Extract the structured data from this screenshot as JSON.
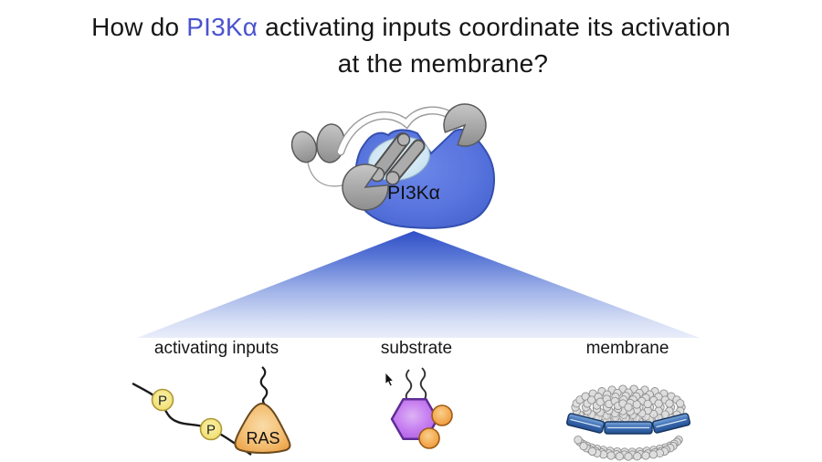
{
  "title": {
    "prefix": "How do ",
    "highlight": "PI3Kα",
    "suffix": " activating inputs coordinate its activation",
    "line2": "at the membrane?"
  },
  "protein": {
    "label": "PI3Kα"
  },
  "sections": [
    {
      "label": "activating inputs"
    },
    {
      "label": "substrate"
    },
    {
      "label": "membrane"
    }
  ],
  "labels": {
    "phospho": "P",
    "ras": "RAS"
  },
  "colors": {
    "title_accent": "#4A53CF",
    "protein_blue": "#5A76DF",
    "funnel_top": "#2F4FC7",
    "funnel_bottom": "#E9EDFA",
    "subunit_gray": "#A9A9A9",
    "phospho_yellow": "#F5E583",
    "ras_orange": "#F3BC6F",
    "substrate_purple": "#C77FF0",
    "phosphate_orange": "#F4A94E",
    "membrane_belt_blue": "#3E6FB5"
  }
}
